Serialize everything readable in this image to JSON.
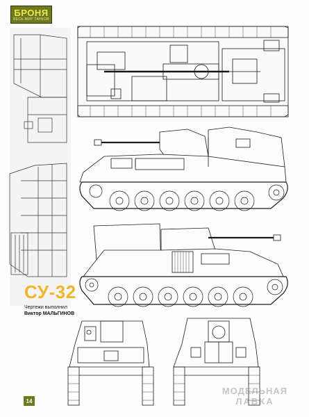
{
  "header": {
    "logo_main": "БРОНЯ",
    "logo_sub": "ВЕСЬ МИР ТАНКОВ"
  },
  "article": {
    "title": "СУ-32",
    "credit_line": "Чертежи выполнил",
    "credit_name": "Виктор МАЛЬГИНОВ"
  },
  "footer": {
    "page_number": "14"
  },
  "watermark": {
    "line1": "МОДЕЛЬНАЯ",
    "line2": "ЛАВКА"
  },
  "colors": {
    "title": "#f0b62a",
    "logo_bg": "#6e7a1f",
    "line": "#1a1a1a"
  }
}
